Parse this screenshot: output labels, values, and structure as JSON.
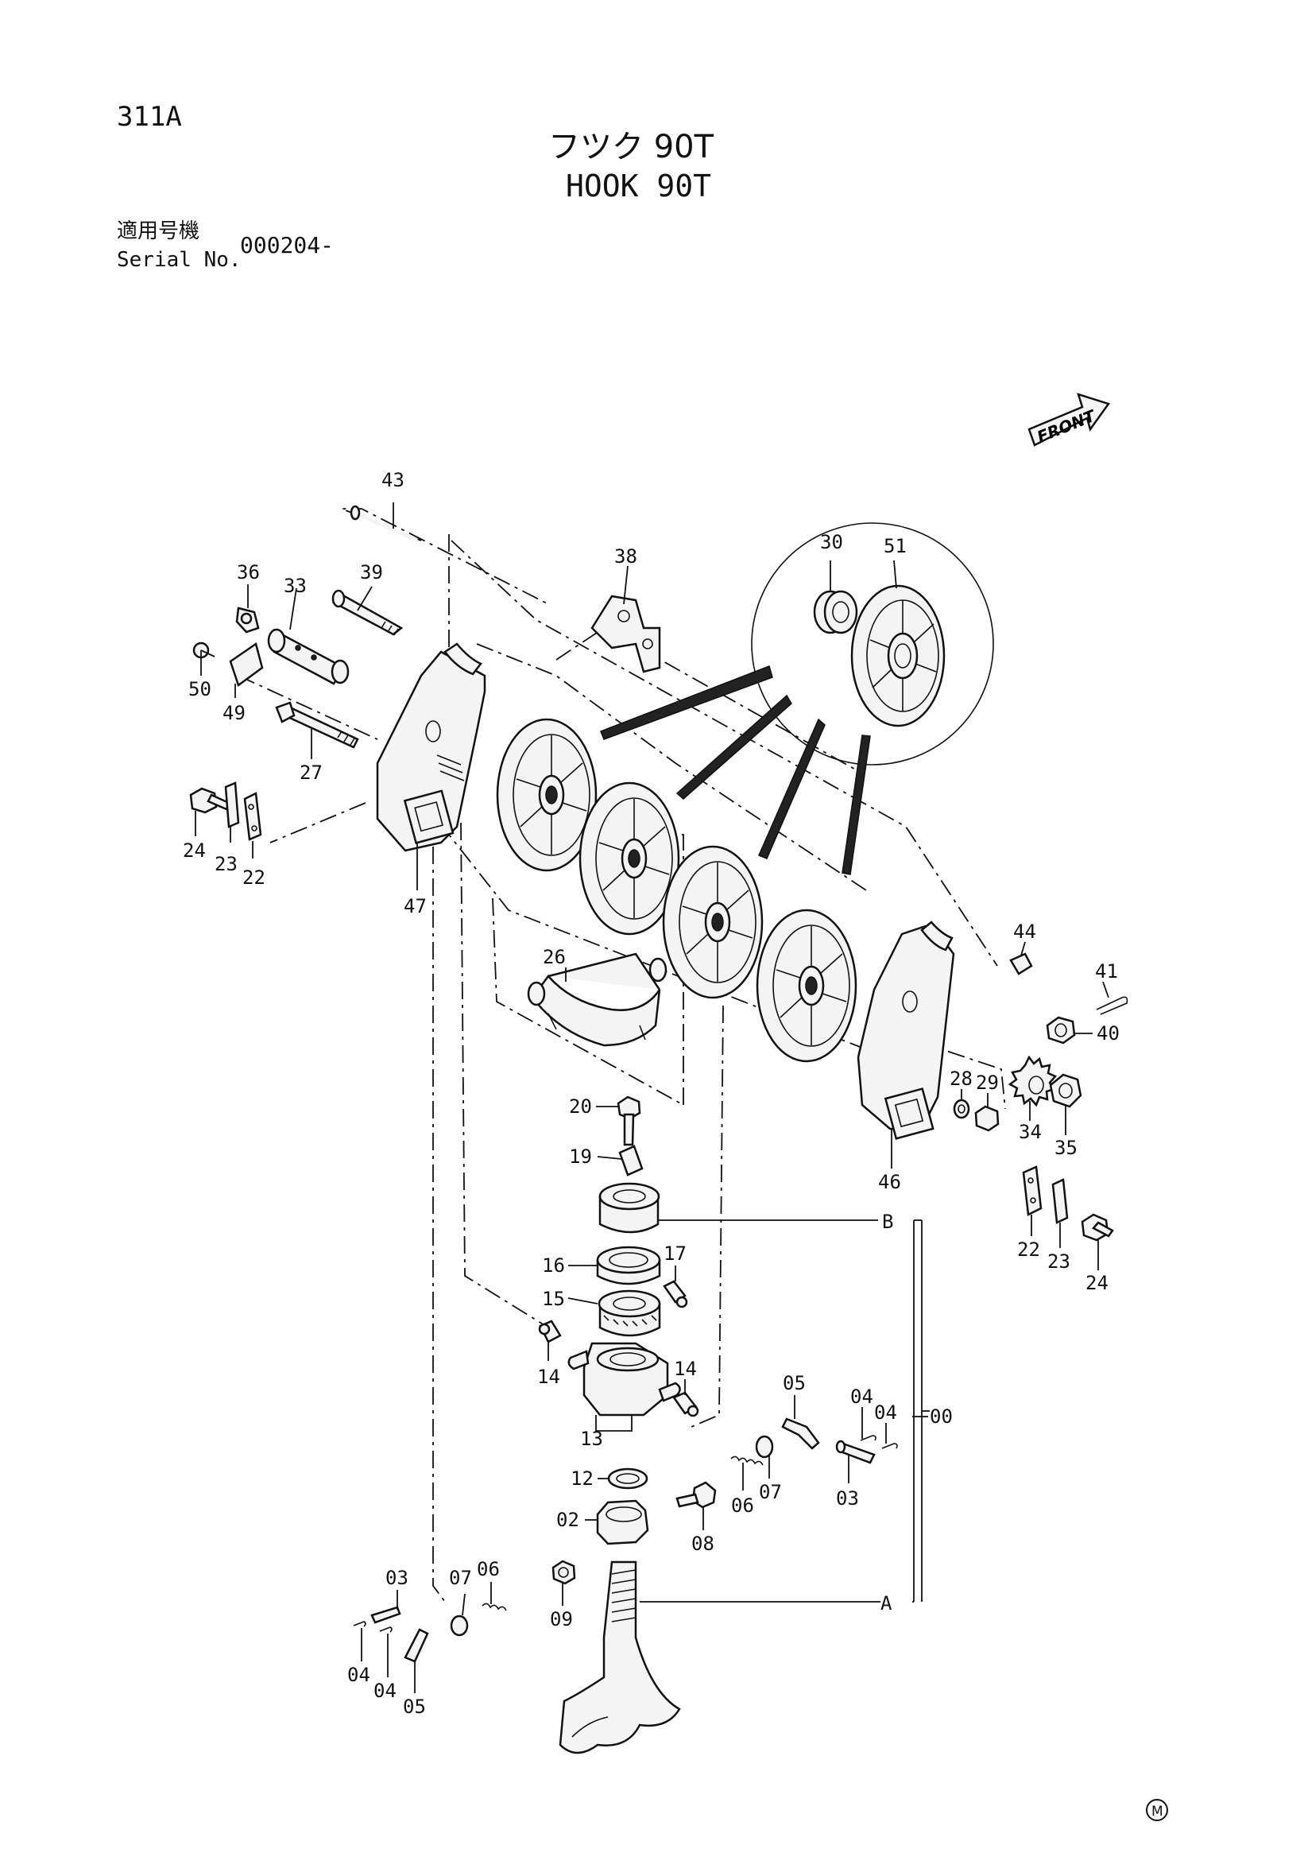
{
  "header": {
    "page_code": "311A",
    "title_ja": "フツク 90T",
    "title_en": "HOOK 90T",
    "serial_label_ja": "適用号機",
    "serial_label_en": "Serial No.",
    "serial_value": "000204-"
  },
  "front_indicator": {
    "label": "FRONT"
  },
  "callouts": {
    "c43": "43",
    "c36": "36",
    "c33": "33",
    "c39": "39",
    "c38": "38",
    "c30": "30",
    "c51": "51",
    "c50": "50",
    "c49": "49",
    "c27": "27",
    "c24a": "24",
    "c23a": "23",
    "c22a": "22",
    "c47": "47",
    "c26": "26",
    "c44": "44",
    "c41": "41",
    "c40": "40",
    "c28": "28",
    "c29": "29",
    "c34": "34",
    "c35": "35",
    "c46": "46",
    "c22b": "22",
    "c23b": "23",
    "c24b": "24",
    "c20": "20",
    "c19": "19",
    "cB": "B",
    "c16": "16",
    "c17": "17",
    "c15": "15",
    "c14a": "14",
    "c14b": "14",
    "c13": "13",
    "c05a": "05",
    "c04a": "04",
    "c04b": "04",
    "c00": "00",
    "c07a": "07",
    "c03a": "03",
    "c06a": "06",
    "c12": "12",
    "c02": "02",
    "c08": "08",
    "c03b": "03",
    "c07b": "07",
    "c06b": "06",
    "c09": "09",
    "cA": "A",
    "c04c": "04",
    "c04d": "04",
    "c05b": "05"
  },
  "footer": {
    "mark": "M"
  }
}
